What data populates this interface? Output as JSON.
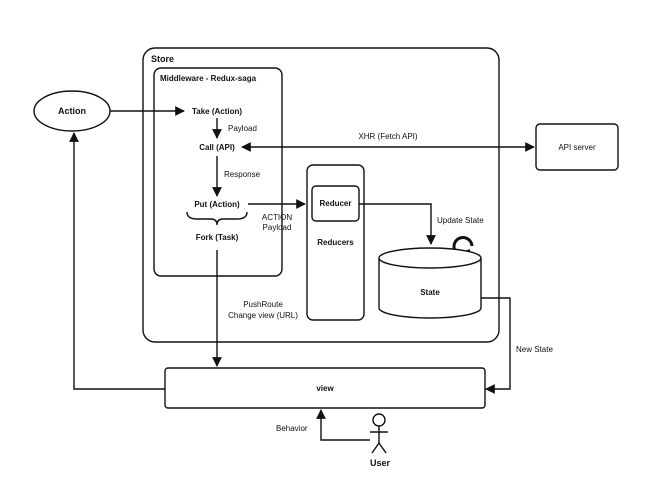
{
  "store": {
    "label": "Store"
  },
  "middleware": {
    "title": "Middleware - Redux-saga",
    "take": "Take (Action)",
    "payload": "Payload",
    "call": "Call (API)",
    "response": "Response",
    "put": "Put (Action)",
    "fork": "Fork (Task)"
  },
  "action_node": {
    "label": "Action"
  },
  "xhr": {
    "label": "XHR (Fetch API)"
  },
  "api_server": {
    "label": "API server"
  },
  "action_payload": {
    "line1": "ACTION",
    "line2": "Payload"
  },
  "reducers": {
    "reducer": "Reducer",
    "reducers": "Reducers"
  },
  "update_state": {
    "label": "Update State"
  },
  "state": {
    "label": "State"
  },
  "push_route": {
    "line1": "PushRoute",
    "line2": "Change view (URL)"
  },
  "new_state": {
    "label": "New State"
  },
  "view": {
    "label": "view"
  },
  "behavior": {
    "label": "Behavior"
  },
  "user": {
    "label": "User"
  }
}
